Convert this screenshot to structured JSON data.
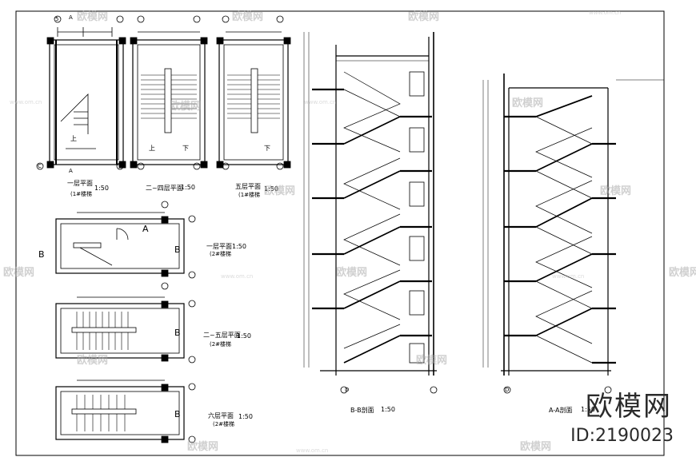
{
  "plans": {
    "grid_a": "A",
    "grid_b": "B",
    "grid_c": "C",
    "grid_d": "D",
    "grid_5": "5",
    "up": "上",
    "down": "下",
    "plan1_title": "一层平面",
    "plan1_scale": "1:50",
    "plan1_sub": "(1#楼梯",
    "plan2_title": "二~四层平面",
    "plan2_scale": "1:50",
    "plan3_title": "五层平面",
    "plan3_scale": "1:50",
    "plan3_sub": "(1#楼梯",
    "plan4_title": "一层平面",
    "plan4_scale": "1:50",
    "plan4_sub": "(2#楼梯",
    "plan5_title": "二~五层平面",
    "plan5_scale": "1:50",
    "plan5_sub": "(2#楼梯",
    "plan6_title": "六层平面",
    "plan6_scale": "1:50",
    "plan6_sub": "(2#楼梯"
  },
  "sections": {
    "bb_title": "B-B剖面",
    "bb_scale": "1:50",
    "aa_title": "A-A剖面",
    "aa_scale": "1:50"
  },
  "watermark": {
    "brand": "欧模网",
    "id": "ID:2190023",
    "tile": "欧模网",
    "url": "www.om.cn"
  }
}
